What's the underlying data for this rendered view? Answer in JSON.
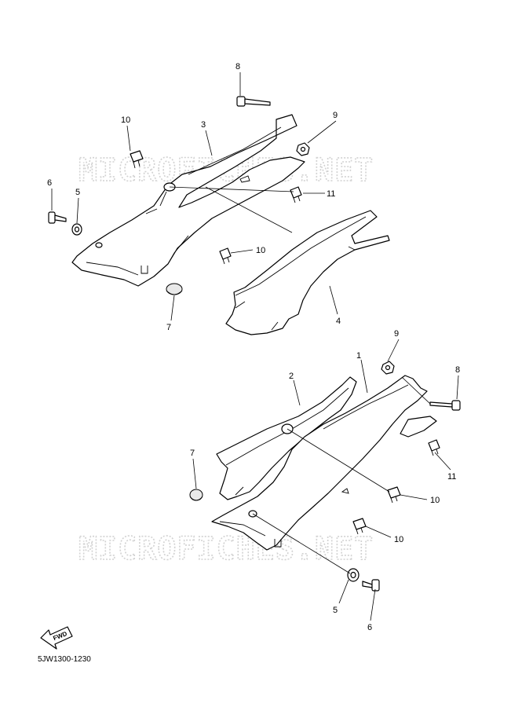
{
  "watermarks": [
    "MICROFICHES.NET",
    "MICROFICHES.NET"
  ],
  "diagram_code": "5JW1300-1230",
  "fwd_label": "FWD",
  "callouts": {
    "top": {
      "n8": "8",
      "n10a": "10",
      "n3": "3",
      "n9": "9",
      "n6": "6",
      "n5": "5",
      "n11": "11",
      "n10b": "10",
      "n7": "7",
      "n4": "4"
    },
    "bottom": {
      "n9": "9",
      "n1": "1",
      "n2": "2",
      "n8": "8",
      "n7": "7",
      "n11": "11",
      "n10a": "10",
      "n10b": "10",
      "n5": "5",
      "n6": "6"
    }
  }
}
